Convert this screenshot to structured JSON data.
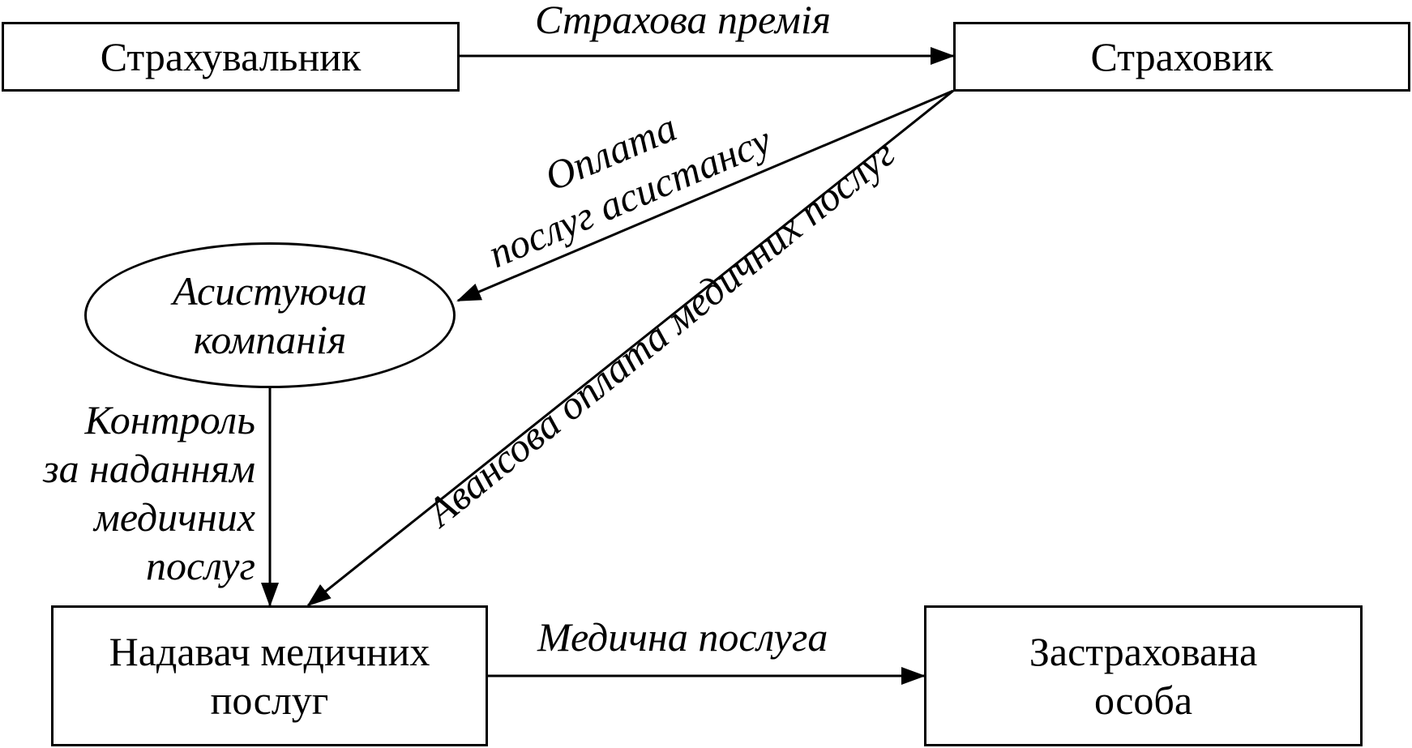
{
  "nodes": {
    "insurant": "Страхувальник",
    "insurer": "Страховик",
    "assistance": [
      "Асистуюча",
      "компанія"
    ],
    "provider": [
      "Надавач медичних",
      "послуг"
    ],
    "insured": [
      "Застрахована",
      "особа"
    ]
  },
  "edges": {
    "premium": "Страхова премія",
    "assistance_payment": [
      "Оплата",
      "послуг асистансу"
    ],
    "advance_payment": "Авансова оплата медичних послуг",
    "control": [
      "Контроль",
      "за наданням",
      "медичних",
      "послуг"
    ],
    "medical_service": "Медична послуга"
  }
}
